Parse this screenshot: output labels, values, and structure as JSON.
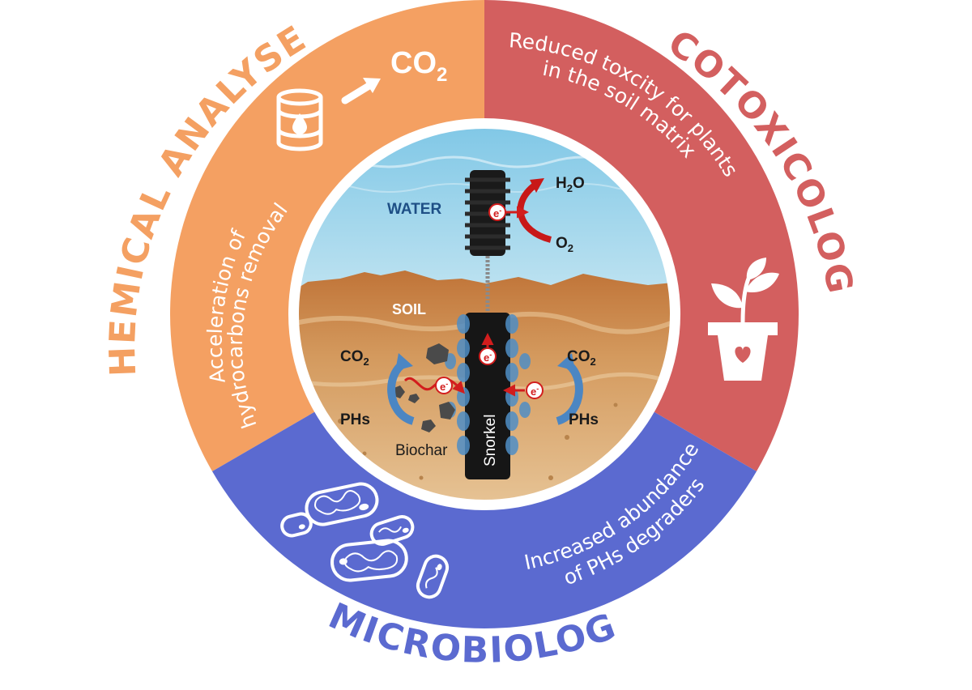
{
  "colors": {
    "chemical": "#f4a062",
    "ecotoxicology": "#d35f5f",
    "microbiology": "#5b6ad0",
    "chemical_text": "#f4a062",
    "ecotoxicology_text": "#d35f5f",
    "microbiology_text": "#5b6ad0",
    "water_label": "#1e4f86",
    "electron": "#d21d1d"
  },
  "sections": {
    "chemical": {
      "title": "CHEMICAL ANALYSES",
      "line1": "Acceleration of",
      "line2": "hydrocarbons removal",
      "icon": "oil-barrel-to-co2-icon",
      "co2": {
        "main": "CO",
        "sub": "2"
      }
    },
    "ecotoxicology": {
      "title": "ECOTOXICOLOGY",
      "line1": "Reduced toxcity for plants",
      "line2": "in the soil matrix",
      "icon": "plant-pot-heart-icon"
    },
    "microbiology": {
      "title": "MICROBIOLOGY",
      "line1": "Increased abundance",
      "line2": "of PHs degraders",
      "icon": "bacteria-icon"
    }
  },
  "center": {
    "water": "WATER",
    "soil": "SOIL",
    "h2o": {
      "a": "H",
      "sub": "2",
      "b": "O"
    },
    "o2": {
      "a": "O",
      "sub": "2"
    },
    "co2_left": {
      "a": "CO",
      "sub": "2"
    },
    "co2_right": {
      "a": "CO",
      "sub": "2"
    },
    "phs_left": "PHs",
    "phs_right": "PHs",
    "biochar": "Biochar",
    "snorkel": "Snorkel",
    "electron": {
      "a": "e",
      "sup": "-"
    }
  }
}
